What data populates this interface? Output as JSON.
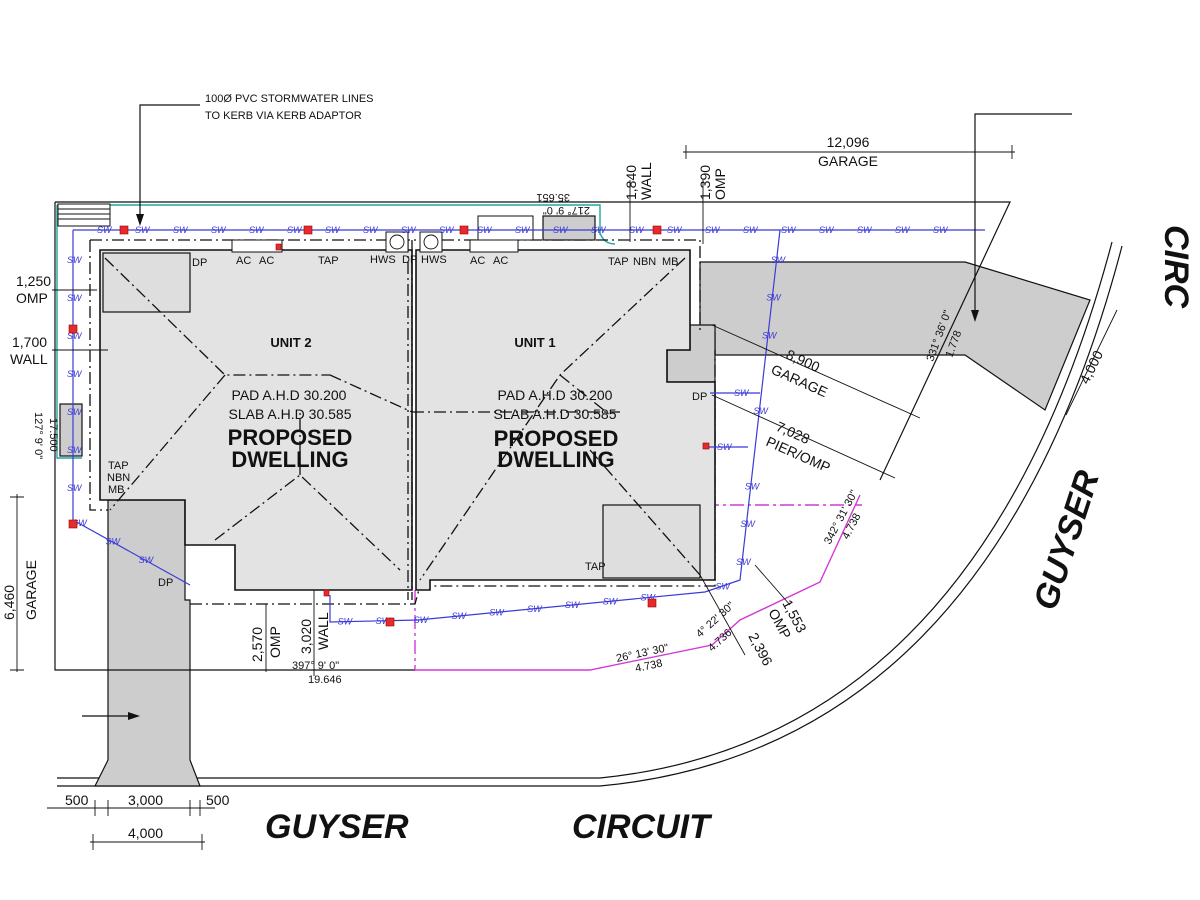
{
  "note": {
    "line1": "100Ø PVC STORMWATER LINES",
    "line2": "TO KERB VIA KERB ADAPTOR"
  },
  "sw_label": "SW",
  "dimensions": {
    "garage_top": {
      "value": "12,096",
      "label": "GARAGE"
    },
    "wall_top": {
      "value": "1,840",
      "label": "WALL"
    },
    "omp_top": {
      "value": "1,390",
      "label": "OMP"
    },
    "omp_left": {
      "value": "1,250",
      "label": "OMP"
    },
    "wall_left": {
      "value": "1,700",
      "label": "WALL"
    },
    "garage_left": {
      "value": "6,460",
      "label": "GARAGE"
    },
    "garage_right": {
      "value": "8,900",
      "label": "GARAGE"
    },
    "pier_right": {
      "value": "7,028",
      "label": "PIER/OMP"
    },
    "omp_bottom": {
      "value": "2,570",
      "label": "OMP"
    },
    "wall_bottom": {
      "value": "3,020",
      "label": "WALL"
    },
    "omp_corner": {
      "value": "1,553",
      "label": "OMP"
    },
    "corner": {
      "value": "2,396"
    },
    "driveway_right": {
      "value": "4,000"
    },
    "driveway_left": {
      "left": "500",
      "mid": "3,000",
      "right": "500",
      "total": "4,000"
    }
  },
  "bearings": {
    "top": {
      "angle": "217° 9' 0\"",
      "dist": "35.651"
    },
    "left": {
      "angle": "127° 9' 0\"",
      "dist": "17.500"
    },
    "bottom": {
      "angle": "397° 9' 0\"",
      "dist": "19.646"
    },
    "right": {
      "angle": "331° 36' 0\"",
      "dist": "1.778"
    },
    "curve1": {
      "angle": "342° 31' 30\"",
      "dist": "4.738"
    },
    "curve2": {
      "angle": "26° 13' 30\"",
      "dist": "4.738"
    },
    "curve3": {
      "angle": "4° 22' 30\"",
      "dist": "4.736"
    }
  },
  "fixtures": {
    "dp": "DP",
    "ac": "AC",
    "tap": "TAP",
    "hws": "HWS",
    "nbn": "NBN",
    "mb": "MB"
  },
  "units": [
    {
      "name": "UNIT 2",
      "pad": "PAD A.H.D 30.200",
      "slab": "SLAB A.H.D 30.585",
      "title1": "PROPOSED",
      "title2": "DWELLING"
    },
    {
      "name": "UNIT 1",
      "pad": "PAD A.H.D 30.200",
      "slab": "SLAB A.H.D 30.585",
      "title1": "PROPOSED",
      "title2": "DWELLING"
    }
  ],
  "streets": {
    "bottom1": "GUYSER",
    "bottom2": "CIRCUIT",
    "right1": "GUYSER",
    "right2": "CIRC"
  },
  "colors": {
    "stormwater": "#3b3bd6",
    "fence": "#1fa7a0",
    "boundary": "#d23ad6",
    "pit": "#e52b2b",
    "house": "#e3e3e3",
    "concrete": "#cdcdcd"
  }
}
